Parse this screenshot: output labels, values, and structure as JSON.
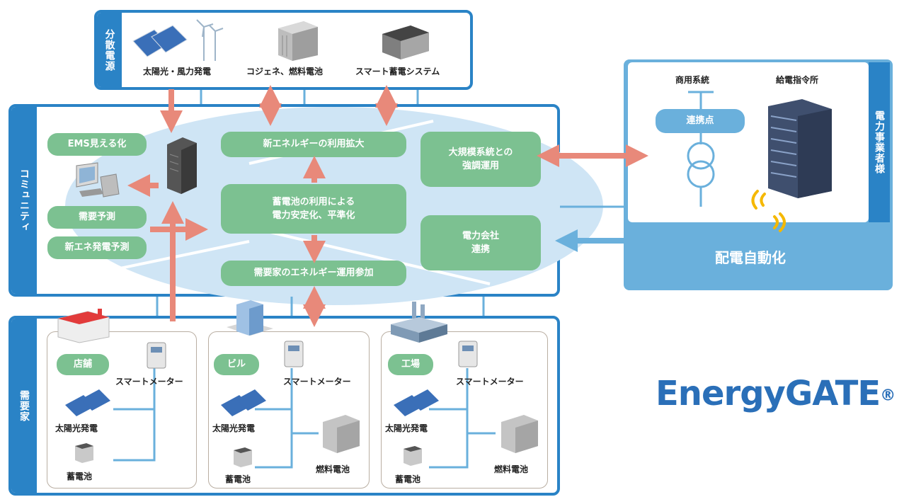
{
  "distributed_sources": {
    "title": "分散電源",
    "items": [
      "太陽光・風力発電",
      "コジェネ、燃料電池",
      "スマート蓄電システム"
    ]
  },
  "community": {
    "title": "コミュニティ",
    "left_pills": [
      "EMS見える化",
      "需要予測",
      "新エネ発電予測"
    ],
    "center_pills": [
      "新エネルギーの利用拡大",
      "蓄電池の利用による\n電力安定化、平準化",
      "需要家のエネルギー運用参加"
    ],
    "right_pills": [
      "大規模系統との\n強調運用",
      "電力会社\n連携"
    ]
  },
  "utility": {
    "title": "電力事業者様",
    "grid_label": "商用系統",
    "dispatch_label": "給電指令所",
    "connection_point": "連携点",
    "distribution_automation": "配電自動化"
  },
  "consumers": {
    "title": "需要家",
    "sites": [
      {
        "name": "店舗",
        "meter": "スマートメーター",
        "solar": "太陽光発電",
        "battery": "蓄電池",
        "fuel_cell": ""
      },
      {
        "name": "ビル",
        "meter": "スマートメーター",
        "solar": "太陽光発電",
        "battery": "蓄電池",
        "fuel_cell": "燃料電池"
      },
      {
        "name": "工場",
        "meter": "スマートメーター",
        "solar": "太陽光発電",
        "battery": "蓄電池",
        "fuel_cell": "燃料電池"
      }
    ]
  },
  "logo": {
    "brand": "EnergyGATE",
    "mark": "®"
  },
  "colors": {
    "blue": "#2a83c6",
    "light_blue": "#6ab0dc",
    "green": "#7cc191",
    "salmon": "#e8897a",
    "yellow": "#f5b800"
  }
}
